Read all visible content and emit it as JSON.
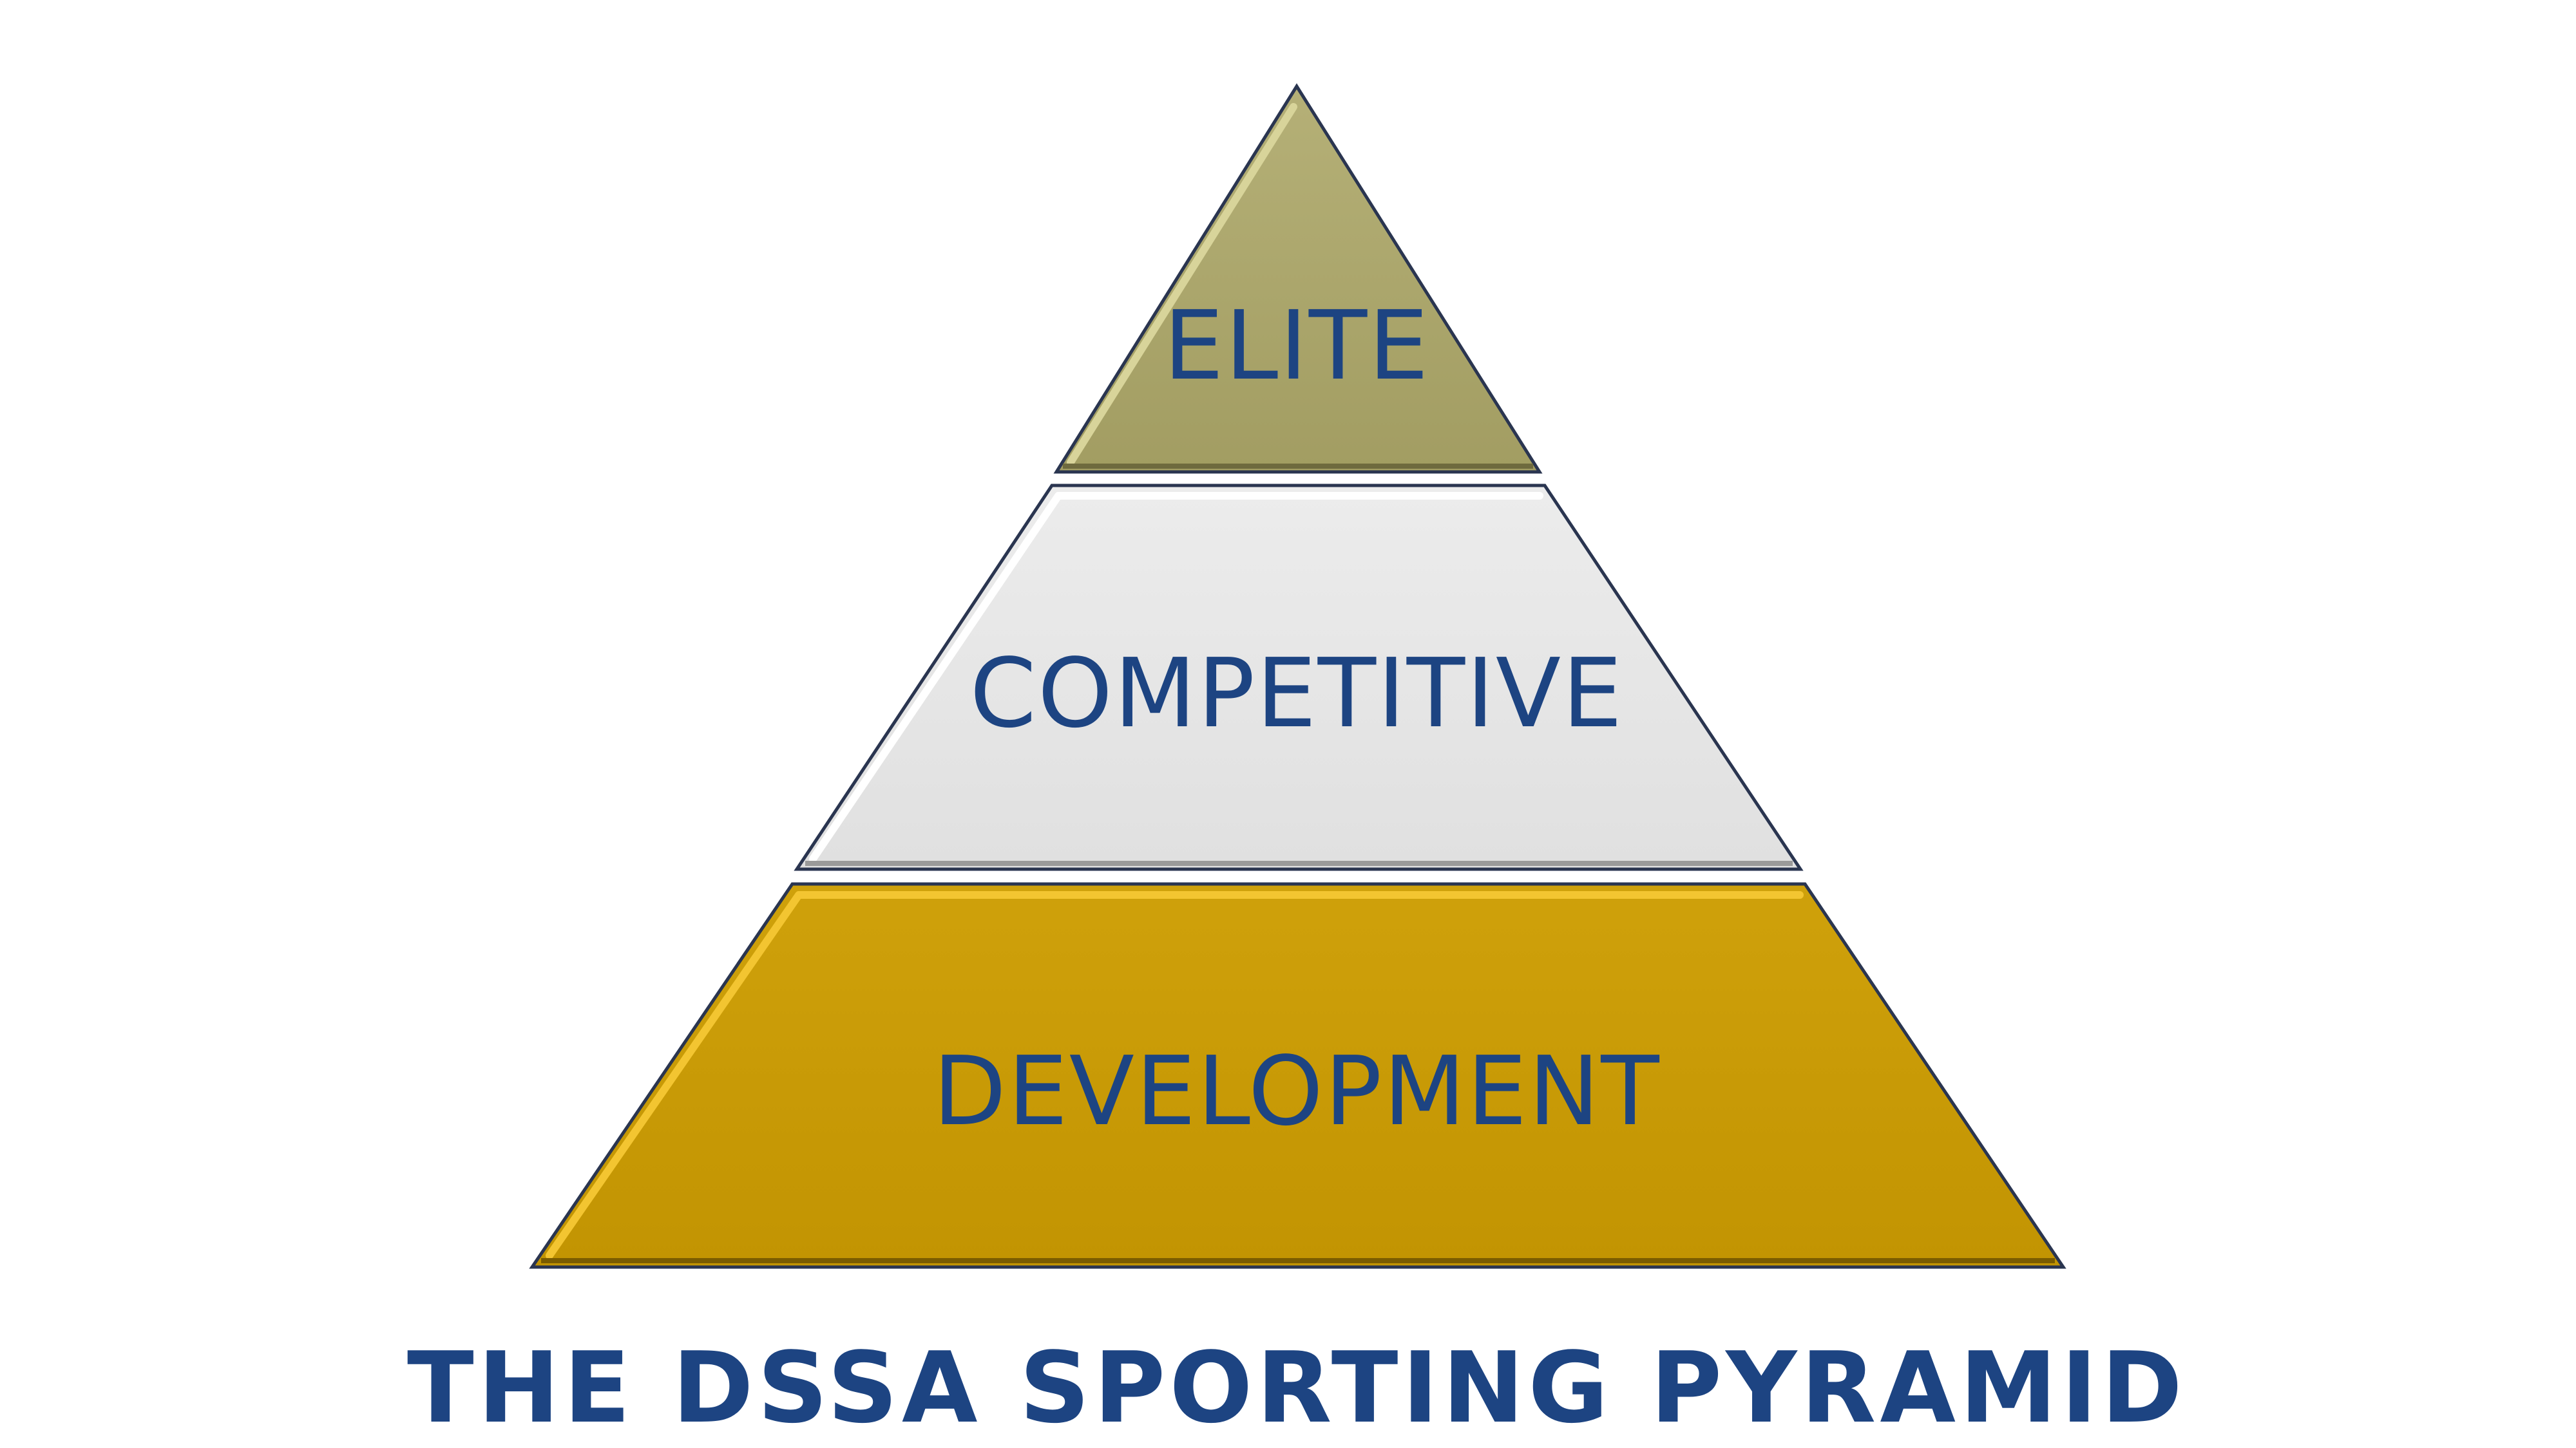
{
  "diagram": {
    "tiers": [
      {
        "label": "ELITE",
        "fill": "#aba66b",
        "highlight": "#d8d49a",
        "shadow": "#6e6a3e"
      },
      {
        "label": "COMPETITIVE",
        "fill": "#e6e6e6",
        "highlight": "#ffffff",
        "shadow": "#9a9a9a"
      },
      {
        "label": "DEVELOPMENT",
        "fill": "#c99b05",
        "highlight": "#f3c531",
        "shadow": "#7a5c00"
      }
    ],
    "caption": "THE DSSA SPORTING PYRAMID",
    "colors": {
      "text": "#1d4482",
      "outline": "#2a3550",
      "background": "#ffffff"
    }
  }
}
